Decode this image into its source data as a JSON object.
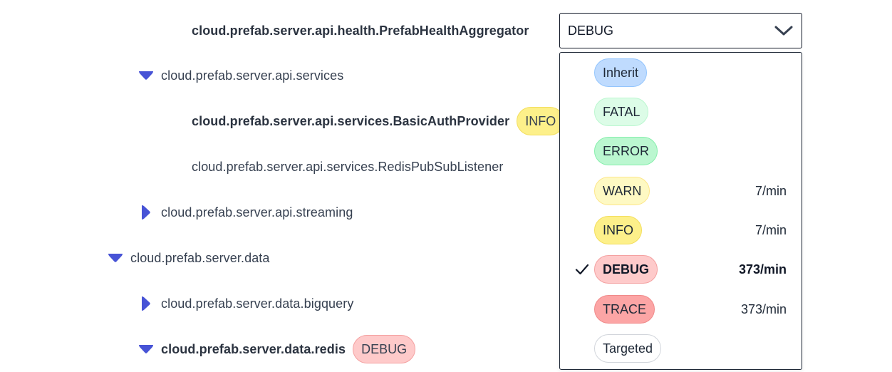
{
  "tree": {
    "rows": [
      {
        "name": "cloud.prefab.server.api.health.PrefabHealthAggregator"
      },
      {
        "name": "cloud.prefab.server.api.services"
      },
      {
        "name": "cloud.prefab.server.api.services.BasicAuthProvider",
        "badge": "INFO"
      },
      {
        "name": "cloud.prefab.server.api.services.RedisPubSubListener"
      },
      {
        "name": "cloud.prefab.server.api.streaming"
      },
      {
        "name": "cloud.prefab.server.data"
      },
      {
        "name": "cloud.prefab.server.data.bigquery"
      },
      {
        "name": "cloud.prefab.server.data.redis",
        "badge": "DEBUG"
      }
    ]
  },
  "level_select": {
    "value": "DEBUG",
    "options": [
      {
        "label": "Inherit",
        "rate": ""
      },
      {
        "label": "FATAL",
        "rate": ""
      },
      {
        "label": "ERROR",
        "rate": ""
      },
      {
        "label": "WARN",
        "rate": "7/min"
      },
      {
        "label": "INFO",
        "rate": "7/min"
      },
      {
        "label": "DEBUG",
        "rate": "373/min",
        "selected": true
      },
      {
        "label": "TRACE",
        "rate": "373/min"
      },
      {
        "label": "Targeted",
        "rate": ""
      }
    ]
  },
  "colors": {
    "toggle": "#4753d6",
    "debug": "#fecaca",
    "info": "#fdf08a"
  },
  "icons": {
    "expanded": "caret-down-icon",
    "collapsed": "caret-right-icon",
    "select": "chevron-down-icon",
    "check": "check-icon"
  }
}
